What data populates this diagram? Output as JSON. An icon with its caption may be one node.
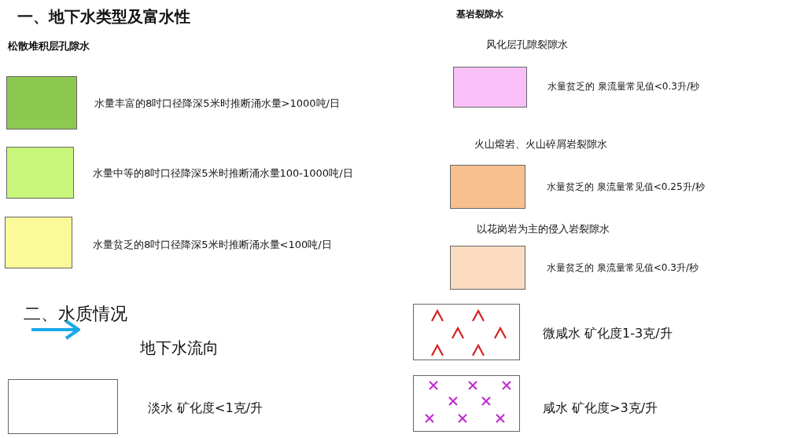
{
  "diagram": {
    "labels": [
      "一、地下水类型及富水性",
      "松散堆积层孔隙水",
      "基岩裂隙水",
      "风化层孔隙裂隙水",
      "火山熔岩、火山碎屑岩裂隙水",
      "以花岗岩为主的侵入岩裂隙水",
      "二、水质情况"
    ],
    "legend": [
      {
        "text": "水量丰富的8吋口径降深5米时推断涌水量>1000吨/日",
        "color": "#8dc851"
      },
      {
        "text": "水量中等的8吋口径降深5米时推断涌水量100-1000吨/日",
        "color": "#c8f67a"
      },
      {
        "text": "水量贫乏的8吋口径降深5米时推断涌水量<100吨/日",
        "color": "#fbfa98"
      },
      {
        "text": "水量贫乏的 泉流量常见值<0.3升/秒",
        "color": "#f9c0f8"
      },
      {
        "text": "水量贫乏的 泉流量常见值<0.25升/秒",
        "color": "#f8c08e"
      },
      {
        "text": "水量贫乏的 泉流量常见值<0.3升/秒",
        "color": "#fbdcc0"
      },
      {
        "text": "地下水流向"
      },
      {
        "text": "淡水 矿化度<1克/升",
        "color": "#ffffff"
      },
      {
        "text": "微咸水 矿化度1-3克/升"
      },
      {
        "text": "咸水 矿化度>3克/升"
      }
    ]
  }
}
